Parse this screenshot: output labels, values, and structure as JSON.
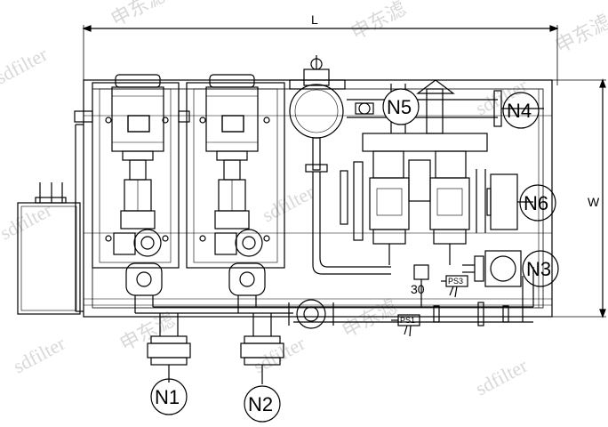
{
  "dimensions": {
    "length": "L",
    "width": "W"
  },
  "nozzles": [
    "N1",
    "N2",
    "N3",
    "N4",
    "N5",
    "N6"
  ],
  "switches": {
    "ps1": "PS1",
    "ps3": "PS3"
  },
  "callout_number": "30",
  "watermarks": [
    "sdfilter",
    "申东滤"
  ]
}
